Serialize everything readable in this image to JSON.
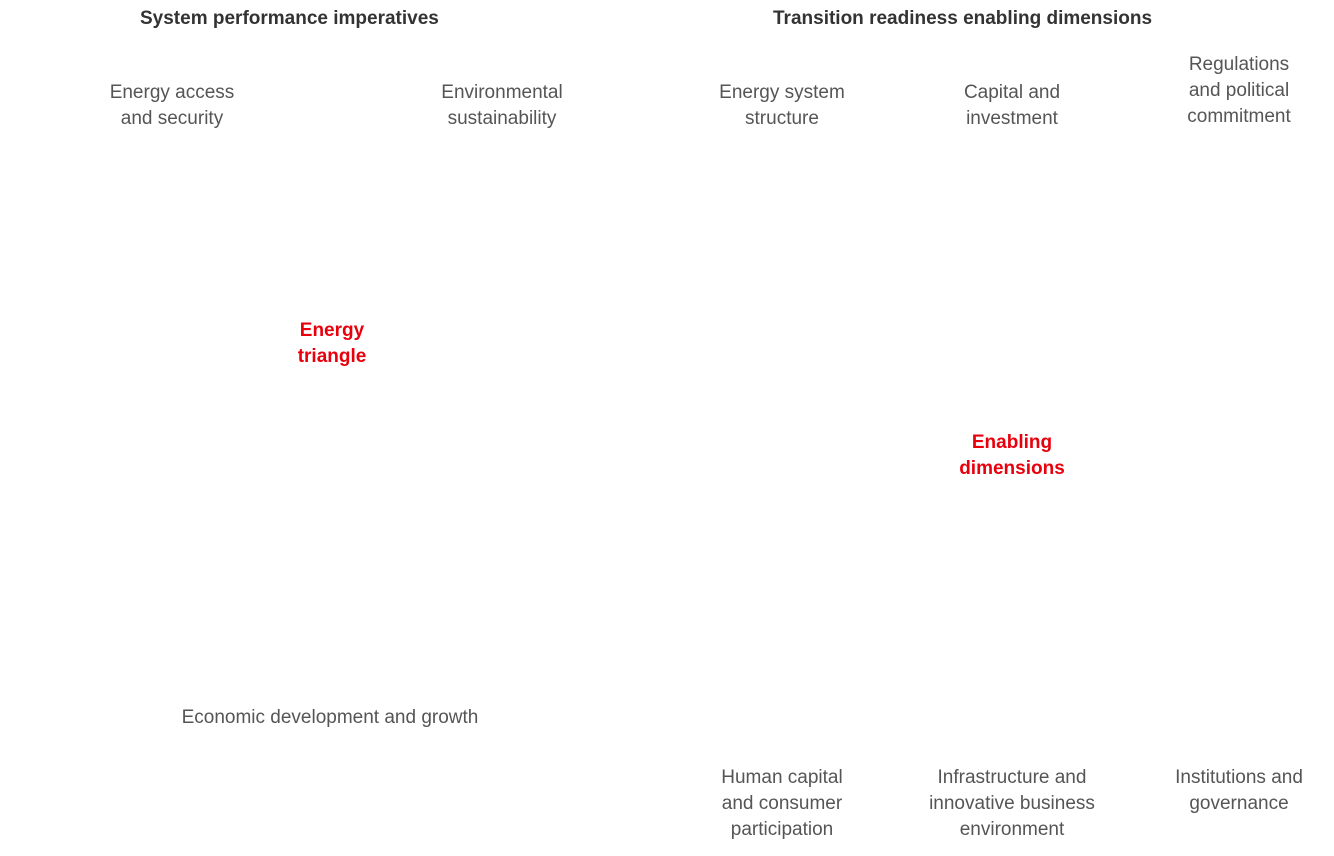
{
  "left": {
    "heading": "System performance imperatives",
    "label_top_left": "Energy access\nand security",
    "label_top_right": "Environmental\nsustainability",
    "center_label": "Energy\ntriangle",
    "label_bottom": "Economic development and growth"
  },
  "right": {
    "heading": "Transition readiness enabling dimensions",
    "center_label": "Enabling\ndimensions",
    "dim_energy_system": "Energy system\nstructure",
    "dim_capital": "Capital and\ninvestment",
    "dim_regulations": "Regulations\nand political\ncommitment",
    "dim_human_capital": "Human capital\nand consumer\nparticipation",
    "dim_infrastructure": "Infrastructure and\ninnovative business\nenvironment",
    "dim_institutions": "Institutions and\ngovernance"
  },
  "colors": {
    "accent": "#e8000d",
    "ring": "#c6c6c6",
    "connector": "#bdbdbd",
    "highlight_border": "#7b5aa6"
  }
}
